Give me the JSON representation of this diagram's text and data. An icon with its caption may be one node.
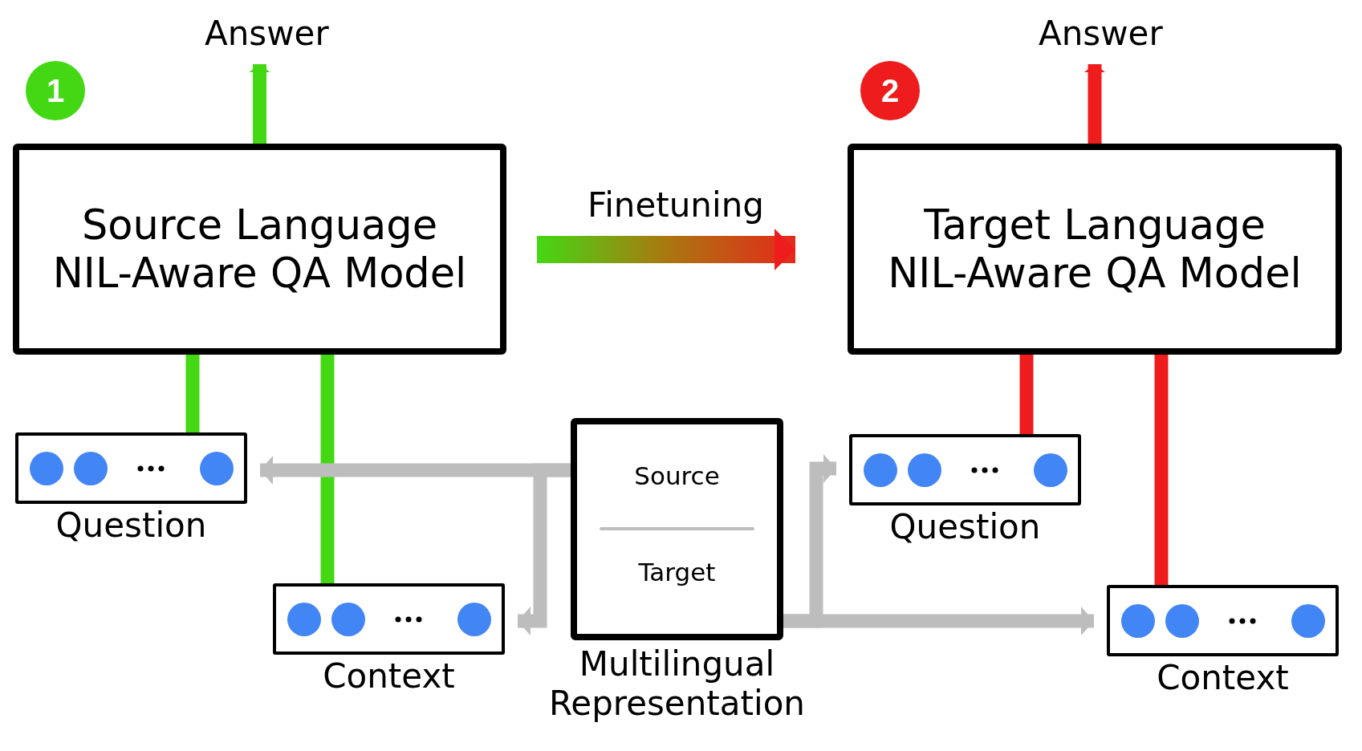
{
  "diagram": {
    "nodes": [
      {
        "text": [
          "1"
        ]
      },
      {
        "text": [
          "Answer"
        ]
      },
      {
        "text": [
          "Source Language NIL-Aware QA Model"
        ]
      },
      {
        "text": [
          "2"
        ]
      },
      {
        "text": [
          "Answer"
        ]
      },
      {
        "text": [
          "Target Language NIL-Aware QA Model"
        ]
      },
      {
        "text": [
          "Question"
        ]
      },
      {
        "text": [
          "Context"
        ]
      },
      {
        "text": [
          "Source",
          "Target",
          "Multilingual Representation"
        ]
      },
      {
        "text": [
          "Question"
        ]
      },
      {
        "text": [
          "Context"
        ]
      }
    ],
    "edges": [
      {
        "from": 2,
        "to": 1,
        "arrow": "to",
        "color": "#44d814"
      },
      {
        "from": 6,
        "to": 2,
        "arrow": "none",
        "color": "#44d814"
      },
      {
        "from": 7,
        "to": 2,
        "arrow": "none",
        "color": "#44d814"
      },
      {
        "from": 2,
        "to": 5,
        "arrow": "to",
        "label": "Finetuning",
        "style": "thick"
      },
      {
        "from": 5,
        "to": 4,
        "arrow": "to",
        "color": "#ee1c1c"
      },
      {
        "from": 9,
        "to": 5,
        "arrow": "none",
        "color": "#ee1c1c"
      },
      {
        "from": 10,
        "to": 5,
        "arrow": "none",
        "color": "#ee1c1c"
      },
      {
        "from": 8,
        "to": 6,
        "arrow": "to"
      },
      {
        "from": 8,
        "to": 7,
        "arrow": "to"
      },
      {
        "from": 8,
        "to": 9,
        "arrow": "to"
      },
      {
        "from": 8,
        "to": 10,
        "arrow": "to"
      }
    ]
  }
}
